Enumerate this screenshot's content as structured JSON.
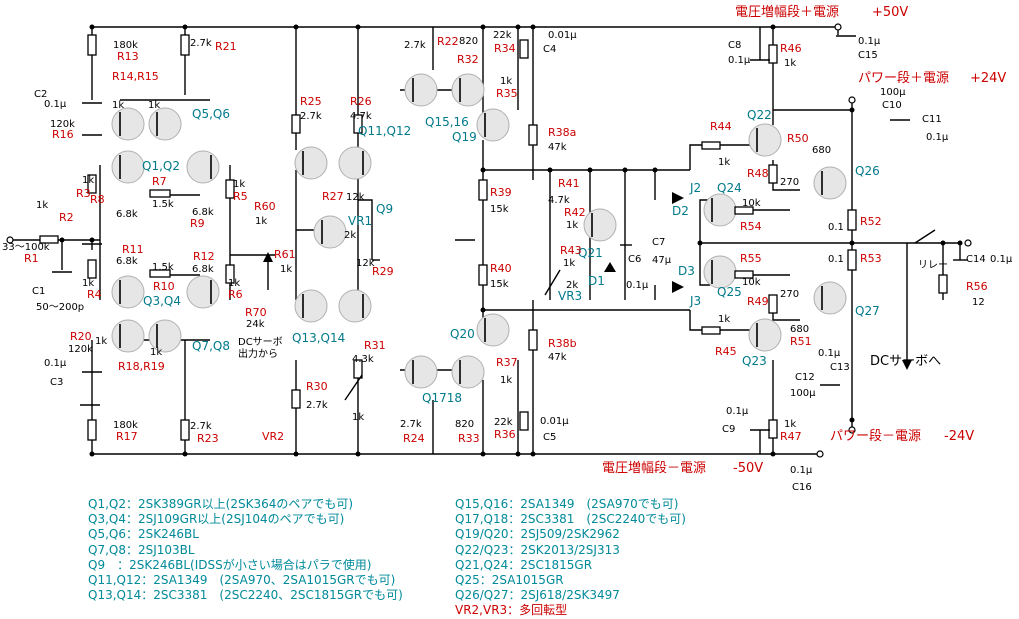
{
  "rails": {
    "vp50": "電圧増幅段＋電源",
    "vp50_val": "+50V",
    "vm50": "電圧増幅段－電源",
    "vm50_val": "-50V",
    "pp24": "パワー段＋電源",
    "pp24_val": "+24V",
    "pm24": "パワー段－電源",
    "pm24_val": "-24V"
  },
  "labels": {
    "input": "33～100k",
    "dc_servo": "DCサーボ",
    "dc_servo_out": "出力から",
    "to_dc_servo": "DCサーボへ",
    "relay": "リレー"
  },
  "designators": {
    "R1": "R1",
    "R2": "R2",
    "R3": "R3",
    "R4": "R4",
    "R5": "R5",
    "R6": "R6",
    "R7": "R7",
    "R8": "R8",
    "R9": "R9",
    "R10": "R10",
    "R11": "R11",
    "R12": "R12",
    "R13": "R13",
    "R1415": "R14,R15",
    "R16": "R16",
    "R17": "R17",
    "R1819": "R18,R19",
    "R20": "R20",
    "R21": "R21",
    "R22": "R22",
    "R23": "R23",
    "R24": "R24",
    "R25": "R25",
    "R26": "R26",
    "R27": "R27",
    "R29": "R29",
    "R30": "R30",
    "R31": "R31",
    "R32": "R32",
    "R33": "R33",
    "R34": "R34",
    "R35": "R35",
    "R36": "R36",
    "R37": "R37",
    "R38a": "R38a",
    "R38b": "R38b",
    "R39": "R39",
    "R40": "R40",
    "R41": "R41",
    "R42": "R42",
    "R43": "R43",
    "R44": "R44",
    "R45": "R45",
    "R46": "R46",
    "R47": "R47",
    "R48": "R48",
    "R49": "R49",
    "R50": "R50",
    "R51": "R51",
    "R52": "R52",
    "R53": "R53",
    "R54": "R54",
    "R55": "R55",
    "R56": "R56",
    "R60": "R60",
    "R61": "R61",
    "R70": "R70",
    "C1": "C1",
    "C2": "C2",
    "C3": "C3",
    "C4": "C4",
    "C5": "C5",
    "C6": "C6",
    "C7": "C7",
    "C8": "C8",
    "C9": "C9",
    "C10": "C10",
    "C11": "C11",
    "C12": "C12",
    "C13": "C13",
    "C14": "C14",
    "C15": "C15",
    "C16": "C16",
    "D1": "D1",
    "D2": "D2",
    "D3": "D3",
    "J2": "J2",
    "J3": "J3",
    "VR1": "VR1",
    "VR2": "VR2",
    "VR3": "VR3",
    "Q12": "Q1,Q2",
    "Q34": "Q3,Q4",
    "Q56": "Q5,Q6",
    "Q78": "Q7,Q8",
    "Q9": "Q9",
    "Q1112": "Q11,Q12",
    "Q1314": "Q13,Q14",
    "Q1516": "Q15,16",
    "Q1718": "Q1718",
    "Q19": "Q19",
    "Q20": "Q20",
    "Q21": "Q21",
    "Q22": "Q22",
    "Q23": "Q23",
    "Q24": "Q24",
    "Q25": "Q25",
    "Q26": "Q26",
    "Q27": "Q27"
  },
  "values": {
    "v180k": "180k",
    "v27k": "2.7k",
    "v1k": "1k",
    "v120k": "120k",
    "v01u": "0.1μ",
    "v001u": "0.01μ",
    "v68k": "6.8k",
    "v15k": "1.5k",
    "v47k": "4.7k",
    "v12k": "12k",
    "v2k": "2k",
    "v43k": "4.3k",
    "v820": "820",
    "v22k": "22k",
    "v47kk": "47k",
    "v15kk": "15k",
    "v47u": "47μ",
    "v100u": "100μ",
    "v270": "270",
    "v680": "680",
    "v10k": "10k",
    "v01": "0.1",
    "v12": "12",
    "v24k": "24k",
    "v50200p": "50～200p"
  },
  "parts_list": {
    "left": [
      "Q1,Q2：2SK389GR以上(2SK364のペアでも可)",
      "Q3,Q4：2SJ109GR以上(2SJ104のペアでも可)",
      "Q5,Q6：2SK246BL",
      "Q7,Q8：2SJ103BL",
      "Q9　：2SK246BL(IDSSが小さい場合はパラで使用)",
      "Q11,Q12：2SA1349　(2SA970、2SA1015GRでも可)",
      "Q13,Q14：2SC3381　(2SC2240、2SC1815GRでも可)"
    ],
    "right": [
      "Q15,Q16：2SA1349　(2SA970でも可)",
      "Q17,Q18：2SC3381　(2SC2240でも可)",
      "Q19/Q20：2SJ509/2SK2962",
      "Q22/Q23：2SK2013/2SJ313",
      "Q21,Q24：2SC1815GR",
      "Q25：2SA1015GR",
      "Q26/Q27：2SJ618/2SK3497"
    ],
    "vr_note": "VR2,VR3：多回転型"
  }
}
